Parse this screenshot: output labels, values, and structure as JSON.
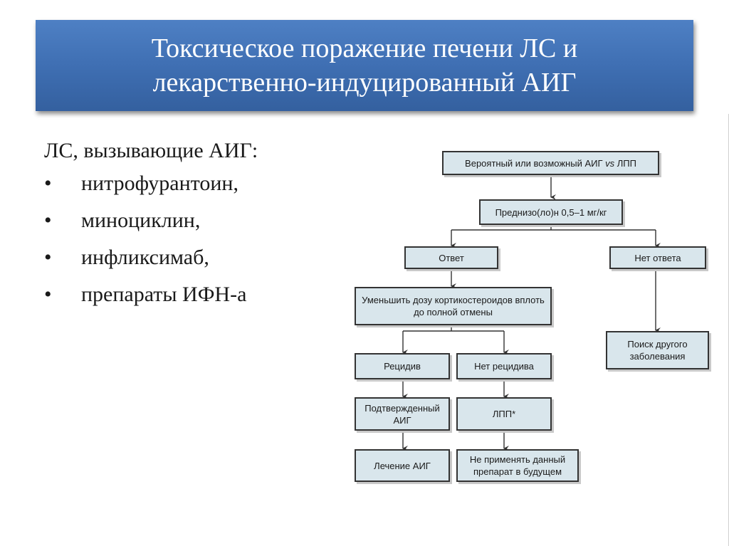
{
  "title": {
    "line1": "Токсическое поражение печени ЛС и",
    "line2": "лекарственно-индуцированный АИГ"
  },
  "left": {
    "heading": "ЛС, вызывающие АИГ:",
    "bullets": [
      "нитрофурантоин,",
      "миноциклин,",
      "инфликсимаб,",
      "препараты ИФН-а"
    ]
  },
  "flow": {
    "start_a": "Вероятный или возможный АИГ ",
    "start_vs": "vs",
    "start_b": " ЛПП",
    "prednisone": "Преднизо(ло)н 0,5–1 мг/кг",
    "response": "Ответ",
    "no_response": "Нет ответа",
    "reduce_dose": "Уменьшить дозу кортикостероидов вплоть до полной отмены",
    "search_other": "Поиск другого заболевания",
    "relapse": "Рецидив",
    "no_relapse": "Нет рецидива",
    "confirmed_aig": "Подтвержденный АИГ",
    "dili": "ЛПП*",
    "treat_aig": "Лечение АИГ",
    "avoid_drug": "Не применять данный препарат в будущем"
  },
  "colors": {
    "title_bg": "#3f6fb3",
    "box_fill": "#d9e6ec",
    "box_border": "#333333"
  }
}
